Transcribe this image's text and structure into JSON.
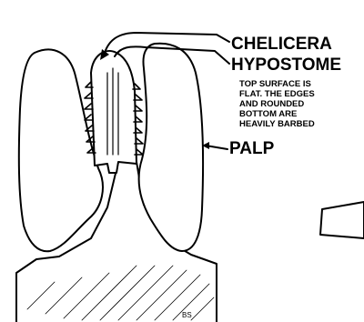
{
  "labels": {
    "chelicera": "CHELICERA",
    "hypostome": "HYPOSTOME",
    "palp": "PALP"
  },
  "note_lines": [
    "TOP SURFACE IS",
    "FLAT. THE EDGES",
    "AND ROUNDED",
    "BOTTOM ARE",
    "HEAVILY BARBED"
  ],
  "signature": "BS",
  "colors": {
    "ink": "#000000",
    "paper": "#ffffff"
  }
}
